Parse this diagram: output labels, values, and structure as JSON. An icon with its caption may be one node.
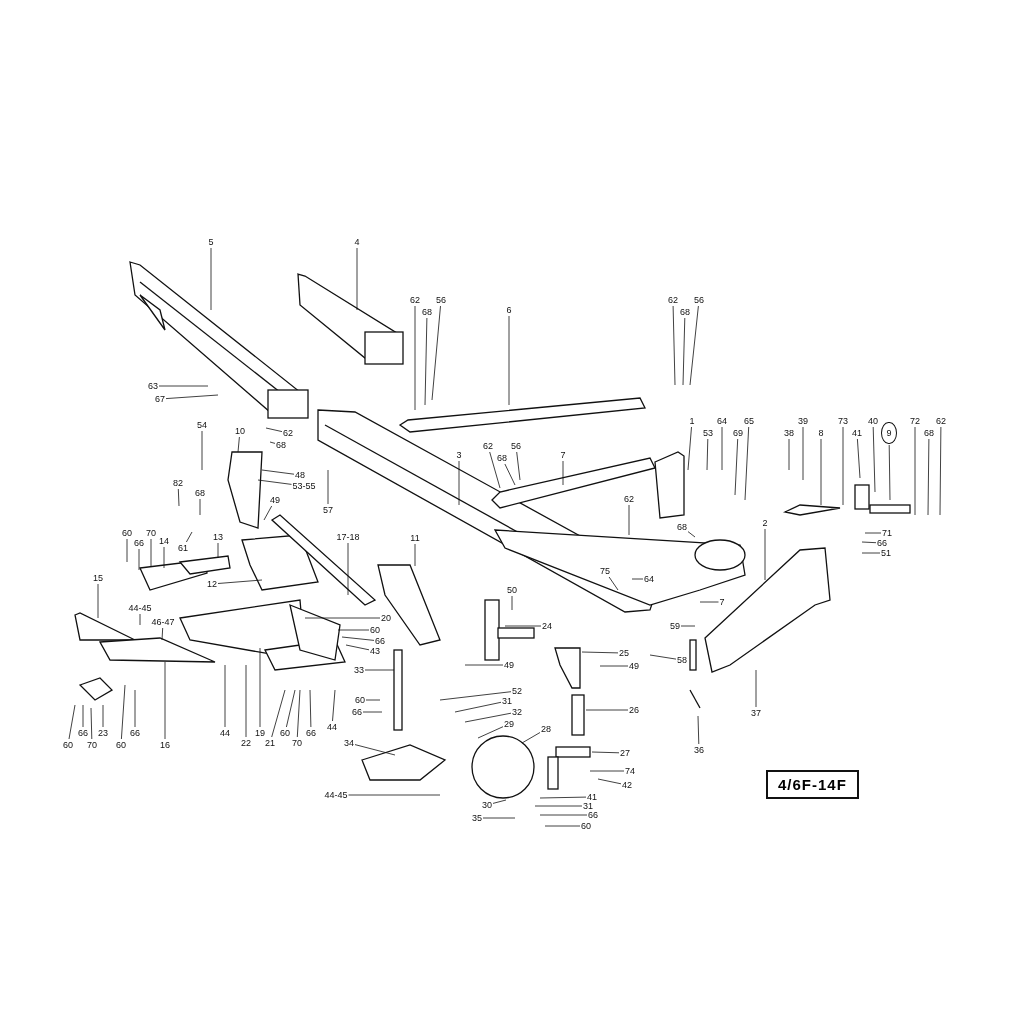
{
  "diagram": {
    "nodes": [
      {
        "text": [
          "5"
        ]
      },
      {
        "text": [
          "4"
        ]
      },
      {
        "text": [
          "63"
        ]
      },
      {
        "text": [
          "67"
        ]
      },
      {
        "text": [
          "62"
        ]
      },
      {
        "text": [
          "68"
        ]
      },
      {
        "text": [
          "56"
        ]
      },
      {
        "text": [
          "6"
        ]
      },
      {
        "text": [
          "62"
        ]
      },
      {
        "text": [
          "68"
        ]
      },
      {
        "text": [
          "56"
        ]
      },
      {
        "text": [
          "54"
        ]
      },
      {
        "text": [
          "10"
        ]
      },
      {
        "text": [
          "62"
        ]
      },
      {
        "text": [
          "68"
        ]
      },
      {
        "text": [
          "48"
        ]
      },
      {
        "text": [
          "53-55"
        ]
      },
      {
        "text": [
          "49"
        ]
      },
      {
        "text": [
          "57"
        ]
      },
      {
        "text": [
          "82"
        ]
      },
      {
        "text": [
          "68"
        ]
      },
      {
        "text": [
          "61"
        ]
      },
      {
        "text": [
          "60"
        ]
      },
      {
        "text": [
          "66"
        ]
      },
      {
        "text": [
          "70"
        ]
      },
      {
        "text": [
          "14"
        ]
      },
      {
        "text": [
          "13"
        ]
      },
      {
        "text": [
          "12"
        ]
      },
      {
        "text": [
          "17-18"
        ]
      },
      {
        "text": [
          "11"
        ]
      },
      {
        "text": [
          "15"
        ]
      },
      {
        "text": [
          "44-45"
        ]
      },
      {
        "text": [
          "46-47"
        ]
      },
      {
        "text": [
          "20"
        ]
      },
      {
        "text": [
          "60"
        ]
      },
      {
        "text": [
          "66"
        ]
      },
      {
        "text": [
          "43"
        ]
      },
      {
        "text": [
          "3"
        ]
      },
      {
        "text": [
          "7"
        ]
      },
      {
        "text": [
          "62"
        ]
      },
      {
        "text": [
          "68"
        ]
      },
      {
        "text": [
          "56"
        ]
      },
      {
        "text": [
          "1"
        ]
      },
      {
        "text": [
          "53"
        ]
      },
      {
        "text": [
          "64"
        ]
      },
      {
        "text": [
          "69"
        ]
      },
      {
        "text": [
          "65"
        ]
      },
      {
        "text": [
          "62"
        ]
      },
      {
        "text": [
          "68"
        ]
      },
      {
        "text": [
          "2"
        ]
      },
      {
        "text": [
          "38"
        ]
      },
      {
        "text": [
          "39"
        ]
      },
      {
        "text": [
          "8"
        ]
      },
      {
        "text": [
          "73"
        ]
      },
      {
        "text": [
          "41"
        ]
      },
      {
        "text": [
          "40"
        ]
      },
      {
        "text": [
          "9"
        ]
      },
      {
        "text": [
          "72"
        ]
      },
      {
        "text": [
          "68"
        ]
      },
      {
        "text": [
          "62"
        ]
      },
      {
        "text": [
          "71"
        ]
      },
      {
        "text": [
          "66"
        ]
      },
      {
        "text": [
          "51"
        ]
      },
      {
        "text": [
          "75"
        ]
      },
      {
        "text": [
          "64"
        ]
      },
      {
        "text": [
          "50"
        ]
      },
      {
        "text": [
          "24"
        ]
      },
      {
        "text": [
          "49"
        ]
      },
      {
        "text": [
          "25"
        ]
      },
      {
        "text": [
          "49"
        ]
      },
      {
        "text": [
          "7"
        ]
      },
      {
        "text": [
          "59"
        ]
      },
      {
        "text": [
          "58"
        ]
      },
      {
        "text": [
          "33"
        ]
      },
      {
        "text": [
          "52"
        ]
      },
      {
        "text": [
          "31"
        ]
      },
      {
        "text": [
          "32"
        ]
      },
      {
        "text": [
          "29"
        ]
      },
      {
        "text": [
          "28"
        ]
      },
      {
        "text": [
          "26"
        ]
      },
      {
        "text": [
          "27"
        ]
      },
      {
        "text": [
          "74"
        ]
      },
      {
        "text": [
          "42"
        ]
      },
      {
        "text": [
          "41"
        ]
      },
      {
        "text": [
          "30"
        ]
      },
      {
        "text": [
          "31"
        ]
      },
      {
        "text": [
          "35"
        ]
      },
      {
        "text": [
          "66"
        ]
      },
      {
        "text": [
          "60"
        ]
      },
      {
        "text": [
          "36"
        ]
      },
      {
        "text": [
          "37"
        ]
      },
      {
        "text": [
          "34"
        ]
      },
      {
        "text": [
          "44-45"
        ]
      },
      {
        "text": [
          "60"
        ]
      },
      {
        "text": [
          "66"
        ]
      },
      {
        "text": [
          "44"
        ]
      },
      {
        "text": [
          "22"
        ]
      },
      {
        "text": [
          "19"
        ]
      },
      {
        "text": [
          "21"
        ]
      },
      {
        "text": [
          "60"
        ]
      },
      {
        "text": [
          "70"
        ]
      },
      {
        "text": [
          "66"
        ]
      },
      {
        "text": [
          "44"
        ]
      },
      {
        "text": [
          "23"
        ]
      },
      {
        "text": [
          "66"
        ]
      },
      {
        "text": [
          "70"
        ]
      },
      {
        "text": [
          "60"
        ]
      },
      {
        "text": [
          "60"
        ]
      },
      {
        "text": [
          "66"
        ]
      },
      {
        "text": [
          "16"
        ]
      }
    ],
    "edges": [
      {
        "from": 0,
        "to": null,
        "arrow": "none"
      },
      {
        "from": 1,
        "to": null,
        "arrow": "none"
      },
      {
        "from": 2,
        "to": null,
        "arrow": "none"
      },
      {
        "from": 3,
        "to": null,
        "arrow": "none"
      },
      {
        "from": 4,
        "to": null,
        "arrow": "none"
      },
      {
        "from": 5,
        "to": null,
        "arrow": "none"
      },
      {
        "from": 6,
        "to": null,
        "arrow": "none"
      },
      {
        "from": 7,
        "to": null,
        "arrow": "none"
      },
      {
        "from": 8,
        "to": null,
        "arrow": "none"
      },
      {
        "from": 9,
        "to": null,
        "arrow": "none"
      },
      {
        "from": 10,
        "to": null,
        "arrow": "none"
      },
      {
        "from": 11,
        "to": null,
        "arrow": "none"
      },
      {
        "from": 12,
        "to": null,
        "arrow": "none"
      },
      {
        "from": 13,
        "to": null,
        "arrow": "none"
      },
      {
        "from": 14,
        "to": null,
        "arrow": "none"
      },
      {
        "from": 15,
        "to": null,
        "arrow": "none"
      },
      {
        "from": 16,
        "to": null,
        "arrow": "none"
      },
      {
        "from": 17,
        "to": null,
        "arrow": "none"
      },
      {
        "from": 18,
        "to": null,
        "arrow": "none"
      },
      {
        "from": 19,
        "to": null,
        "arrow": "none"
      },
      {
        "from": 20,
        "to": null,
        "arrow": "none"
      },
      {
        "from": 21,
        "to": null,
        "arrow": "none"
      },
      {
        "from": 22,
        "to": null,
        "arrow": "none"
      },
      {
        "from": 23,
        "to": null,
        "arrow": "none"
      },
      {
        "from": 24,
        "to": null,
        "arrow": "none"
      },
      {
        "from": 25,
        "to": null,
        "arrow": "none"
      },
      {
        "from": 26,
        "to": null,
        "arrow": "none"
      },
      {
        "from": 27,
        "to": null,
        "arrow": "none"
      },
      {
        "from": 28,
        "to": null,
        "arrow": "none"
      },
      {
        "from": 29,
        "to": null,
        "arrow": "none"
      },
      {
        "from": 30,
        "to": null,
        "arrow": "none"
      },
      {
        "from": 31,
        "to": null,
        "arrow": "none"
      },
      {
        "from": 32,
        "to": null,
        "arrow": "none"
      },
      {
        "from": 33,
        "to": null,
        "arrow": "none"
      },
      {
        "from": 34,
        "to": null,
        "arrow": "none"
      },
      {
        "from": 35,
        "to": null,
        "arrow": "none"
      },
      {
        "from": 36,
        "to": null,
        "arrow": "none"
      },
      {
        "from": 37,
        "to": null,
        "arrow": "none"
      },
      {
        "from": 38,
        "to": null,
        "arrow": "none"
      },
      {
        "from": 39,
        "to": null,
        "arrow": "none"
      },
      {
        "from": 40,
        "to": null,
        "arrow": "none"
      },
      {
        "from": 41,
        "to": null,
        "arrow": "none"
      },
      {
        "from": 42,
        "to": null,
        "arrow": "none"
      },
      {
        "from": 43,
        "to": null,
        "arrow": "none"
      },
      {
        "from": 44,
        "to": null,
        "arrow": "none"
      },
      {
        "from": 45,
        "to": null,
        "arrow": "none"
      },
      {
        "from": 46,
        "to": null,
        "arrow": "none"
      },
      {
        "from": 47,
        "to": null,
        "arrow": "none"
      },
      {
        "from": 48,
        "to": null,
        "arrow": "none"
      },
      {
        "from": 49,
        "to": null,
        "arrow": "none"
      },
      {
        "from": 50,
        "to": null,
        "arrow": "none"
      },
      {
        "from": 51,
        "to": null,
        "arrow": "none"
      },
      {
        "from": 52,
        "to": null,
        "arrow": "none"
      },
      {
        "from": 53,
        "to": null,
        "arrow": "none"
      },
      {
        "from": 54,
        "to": null,
        "arrow": "none"
      },
      {
        "from": 55,
        "to": null,
        "arrow": "none"
      },
      {
        "from": 56,
        "to": null,
        "arrow": "none"
      },
      {
        "from": 57,
        "to": null,
        "arrow": "none"
      },
      {
        "from": 58,
        "to": null,
        "arrow": "none"
      },
      {
        "from": 59,
        "to": null,
        "arrow": "none"
      },
      {
        "from": 60,
        "to": null,
        "arrow": "none"
      },
      {
        "from": 61,
        "to": null,
        "arrow": "none"
      },
      {
        "from": 62,
        "to": null,
        "arrow": "none"
      },
      {
        "from": 63,
        "to": null,
        "arrow": "none"
      },
      {
        "from": 64,
        "to": null,
        "arrow": "none"
      },
      {
        "from": 65,
        "to": null,
        "arrow": "none"
      },
      {
        "from": 66,
        "to": null,
        "arrow": "none"
      },
      {
        "from": 67,
        "to": null,
        "arrow": "none"
      },
      {
        "from": 68,
        "to": null,
        "arrow": "none"
      },
      {
        "from": 69,
        "to": null,
        "arrow": "none"
      },
      {
        "from": 70,
        "to": null,
        "arrow": "none"
      },
      {
        "from": 71,
        "to": null,
        "arrow": "none"
      },
      {
        "from": 72,
        "to": null,
        "arrow": "none"
      },
      {
        "from": 73,
        "to": null,
        "arrow": "none"
      },
      {
        "from": 74,
        "to": null,
        "arrow": "none"
      },
      {
        "from": 75,
        "to": null,
        "arrow": "none"
      },
      {
        "from": 76,
        "to": null,
        "arrow": "none"
      },
      {
        "from": 77,
        "to": null,
        "arrow": "none"
      },
      {
        "from": 78,
        "to": null,
        "arrow": "none"
      },
      {
        "from": 79,
        "to": null,
        "arrow": "none"
      },
      {
        "from": 80,
        "to": null,
        "arrow": "none"
      },
      {
        "from": 81,
        "to": null,
        "arrow": "none"
      },
      {
        "from": 82,
        "to": null,
        "arrow": "none"
      },
      {
        "from": 83,
        "to": null,
        "arrow": "none"
      },
      {
        "from": 84,
        "to": null,
        "arrow": "none"
      },
      {
        "from": 85,
        "to": null,
        "arrow": "none"
      },
      {
        "from": 86,
        "to": null,
        "arrow": "none"
      },
      {
        "from": 87,
        "to": null,
        "arrow": "none"
      },
      {
        "from": 88,
        "to": null,
        "arrow": "none"
      },
      {
        "from": 89,
        "to": null,
        "arrow": "none"
      },
      {
        "from": 90,
        "to": null,
        "arrow": "none"
      },
      {
        "from": 91,
        "to": null,
        "arrow": "none"
      },
      {
        "from": 92,
        "to": null,
        "arrow": "none"
      },
      {
        "from": 93,
        "to": null,
        "arrow": "none"
      },
      {
        "from": 94,
        "to": null,
        "arrow": "none"
      },
      {
        "from": 95,
        "to": null,
        "arrow": "none"
      },
      {
        "from": 96,
        "to": null,
        "arrow": "none"
      },
      {
        "from": 97,
        "to": null,
        "arrow": "none"
      },
      {
        "from": 98,
        "to": null,
        "arrow": "none"
      },
      {
        "from": 99,
        "to": null,
        "arrow": "none"
      },
      {
        "from": 100,
        "to": null,
        "arrow": "none"
      },
      {
        "from": 101,
        "to": null,
        "arrow": "none"
      },
      {
        "from": 102,
        "to": null,
        "arrow": "none"
      },
      {
        "from": 103,
        "to": null,
        "arrow": "none"
      },
      {
        "from": 104,
        "to": null,
        "arrow": "none"
      },
      {
        "from": 105,
        "to": null,
        "arrow": "none"
      },
      {
        "from": 106,
        "to": null,
        "arrow": "none"
      },
      {
        "from": 107,
        "to": null,
        "arrow": "none"
      },
      {
        "from": 108,
        "to": null,
        "arrow": "none"
      },
      {
        "from": 109,
        "to": null,
        "arrow": "none"
      }
    ],
    "labels": [
      "4/6F-14F"
    ]
  }
}
